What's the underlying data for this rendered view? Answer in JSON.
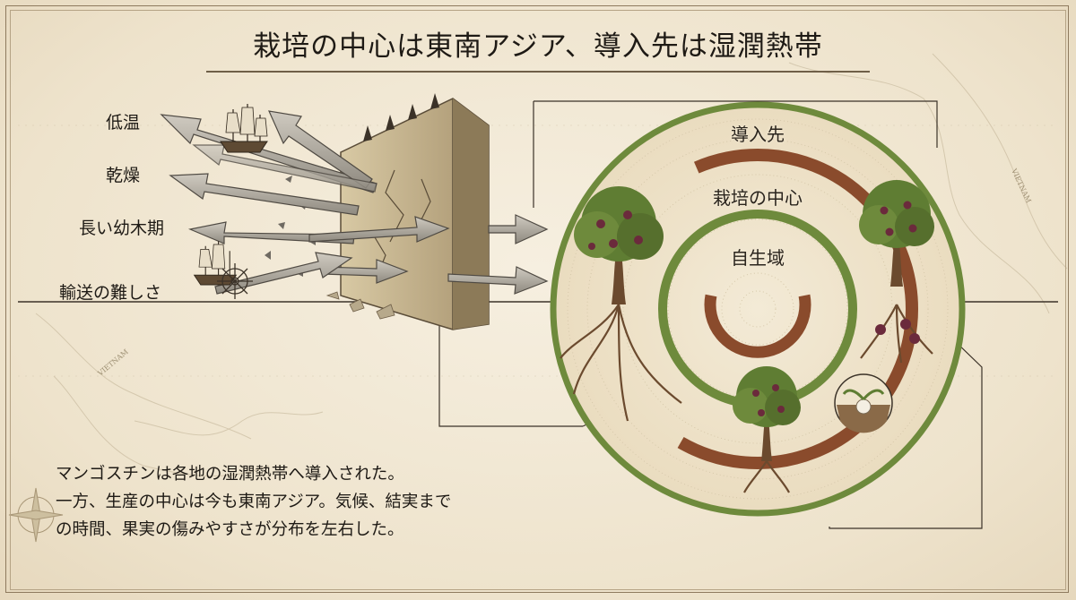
{
  "title": "栽培の中心は東南アジア、導入先は湿潤熱帯",
  "barriers": [
    {
      "label": "低温"
    },
    {
      "label": "乾燥"
    },
    {
      "label": "長い幼木期"
    },
    {
      "label": "輸送の難しさ"
    }
  ],
  "zones": {
    "outer": "導入先",
    "middle": "栽培の中心",
    "inner": "自生域"
  },
  "caption": {
    "line1": "マンゴスチンは各地の湿潤熱帯へ導入された。",
    "line2": "一方、生産の中心は今も東南アジア。気候、結実まで",
    "line3": "の時間、果実の傷みやすさが分布を左右した。"
  },
  "map_labels": {
    "vietnam_top": "VIETNAM",
    "vietnam_left": "VIETNAM"
  },
  "colors": {
    "background": "#f1e8d5",
    "outer_ring": "#6e8a3c",
    "middle_ring": "#8a4b2c",
    "inner_ring": "#6e8a3c",
    "wall_stone": "#c9b892",
    "fruit": "#6b2a3c",
    "foliage": "#5f7d33"
  },
  "icons": [
    "ship-icon",
    "wall-icon",
    "tree-icon",
    "roots-icon",
    "seedling-icon",
    "compass-icon"
  ]
}
